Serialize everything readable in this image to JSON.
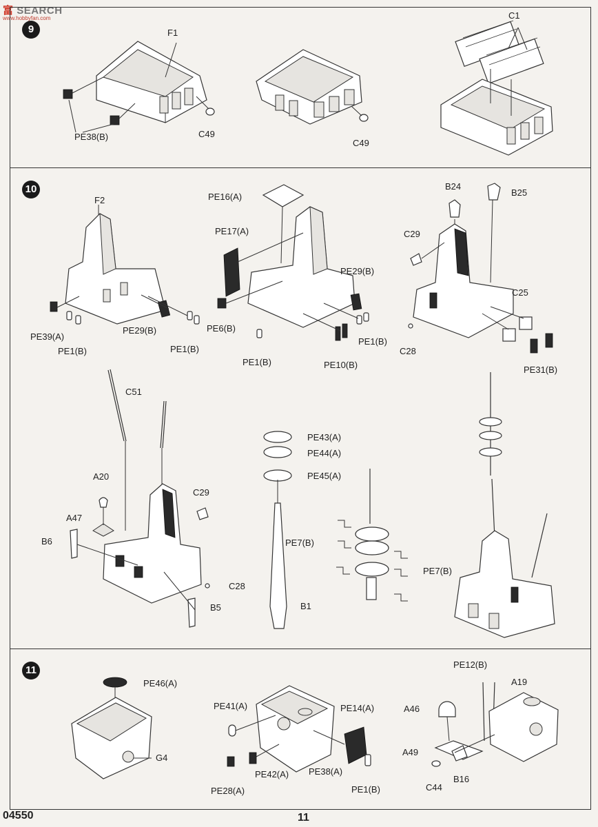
{
  "brand": {
    "logo_text": "富",
    "name": "SEARCH",
    "sub": "www.hobbyfan.com"
  },
  "steps": [
    {
      "number": "9"
    },
    {
      "number": "10"
    },
    {
      "number": "11"
    }
  ],
  "labels": {
    "s9_f1": "F1",
    "s9_pe38": "PE38(B)",
    "s9_c49a": "C49",
    "s9_c49b": "C49",
    "s9_c1": "C1",
    "s10_f2": "F2",
    "s10_pe39": "PE39(A)",
    "s10_pe1a": "PE1(B)",
    "s10_pe29a": "PE29(B)",
    "s10_pe1b": "PE1(B)",
    "s10_pe16": "PE16(A)",
    "s10_pe17": "PE17(A)",
    "s10_pe6": "PE6(B)",
    "s10_pe1c": "PE1(B)",
    "s10_pe29b": "PE29(B)",
    "s10_pe1d": "PE1(B)",
    "s10_pe10": "PE10(B)",
    "s10_b24": "B24",
    "s10_b25": "B25",
    "s10_c29a": "C29",
    "s10_c25": "C25",
    "s10_c28a": "C28",
    "s10_pe31": "PE31(B)",
    "s10_c51": "C51",
    "s10_a20": "A20",
    "s10_a47": "A47",
    "s10_b6": "B6",
    "s10_c29b": "C29",
    "s10_c28b": "C28",
    "s10_b5": "B5",
    "s10_pe43": "PE43(A)",
    "s10_pe44": "PE44(A)",
    "s10_pe45": "PE45(A)",
    "s10_pe7a": "PE7(B)",
    "s10_pe7b": "PE7(B)",
    "s10_b1": "B1",
    "s11_pe46": "PE46(A)",
    "s11_g4": "G4",
    "s11_pe41": "PE41(A)",
    "s11_pe14": "PE14(A)",
    "s11_pe28": "PE28(A)",
    "s11_pe42": "PE42(A)",
    "s11_pe38": "PE38(A)",
    "s11_pe1": "PE1(B)",
    "s11_pe12": "PE12(B)",
    "s11_a19": "A19",
    "s11_a46": "A46",
    "s11_a49": "A49",
    "s11_b16": "B16",
    "s11_c44": "C44"
  },
  "footer": {
    "kit_number": "04550",
    "page_number": "11"
  }
}
